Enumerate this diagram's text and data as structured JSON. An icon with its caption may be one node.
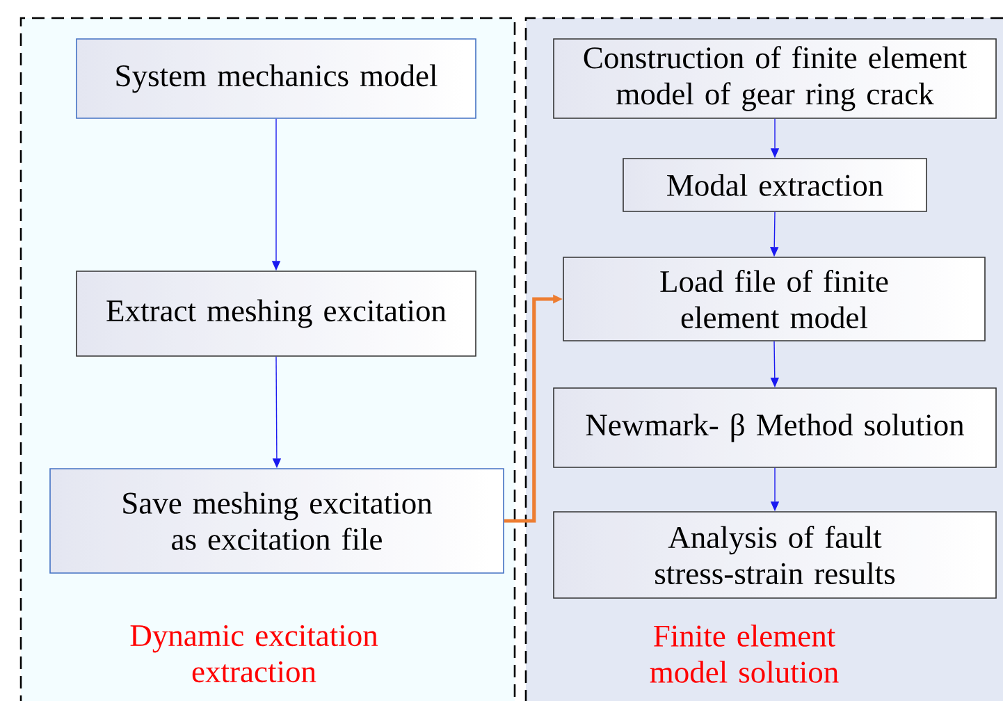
{
  "diagram": {
    "nodes": [
      {
        "text": [
          "Dynamic excitation extraction"
        ]
      },
      {
        "text": [
          "System mechanics model"
        ],
        "in": 0
      },
      {
        "text": [
          "Extract meshing excitation"
        ],
        "in": 0
      },
      {
        "text": [
          "Save meshing excitation as excitation file"
        ],
        "in": 0
      },
      {
        "text": [
          "Finite element model solution"
        ]
      },
      {
        "text": [
          "Construction of finite element model of gear ring crack"
        ],
        "in": 4
      },
      {
        "text": [
          "Modal extraction"
        ],
        "in": 4
      },
      {
        "text": [
          "Load file of finite element model"
        ],
        "in": 4
      },
      {
        "text": [
          "Newmark- β Method solution"
        ],
        "in": 4
      },
      {
        "text": [
          "Analysis of fault stress-strain results"
        ],
        "in": 4
      }
    ],
    "edges": [
      {
        "from": 1,
        "to": 2,
        "arrow": "to"
      },
      {
        "from": 2,
        "to": 3,
        "arrow": "to"
      },
      {
        "from": 3,
        "to": 7,
        "arrow": "to",
        "style": "thick",
        "color": "#ed7d31"
      },
      {
        "from": 5,
        "to": 6,
        "arrow": "to"
      },
      {
        "from": 6,
        "to": 7,
        "arrow": "to"
      },
      {
        "from": 7,
        "to": 8,
        "arrow": "to"
      },
      {
        "from": 8,
        "to": 9,
        "arrow": "to"
      }
    ]
  }
}
